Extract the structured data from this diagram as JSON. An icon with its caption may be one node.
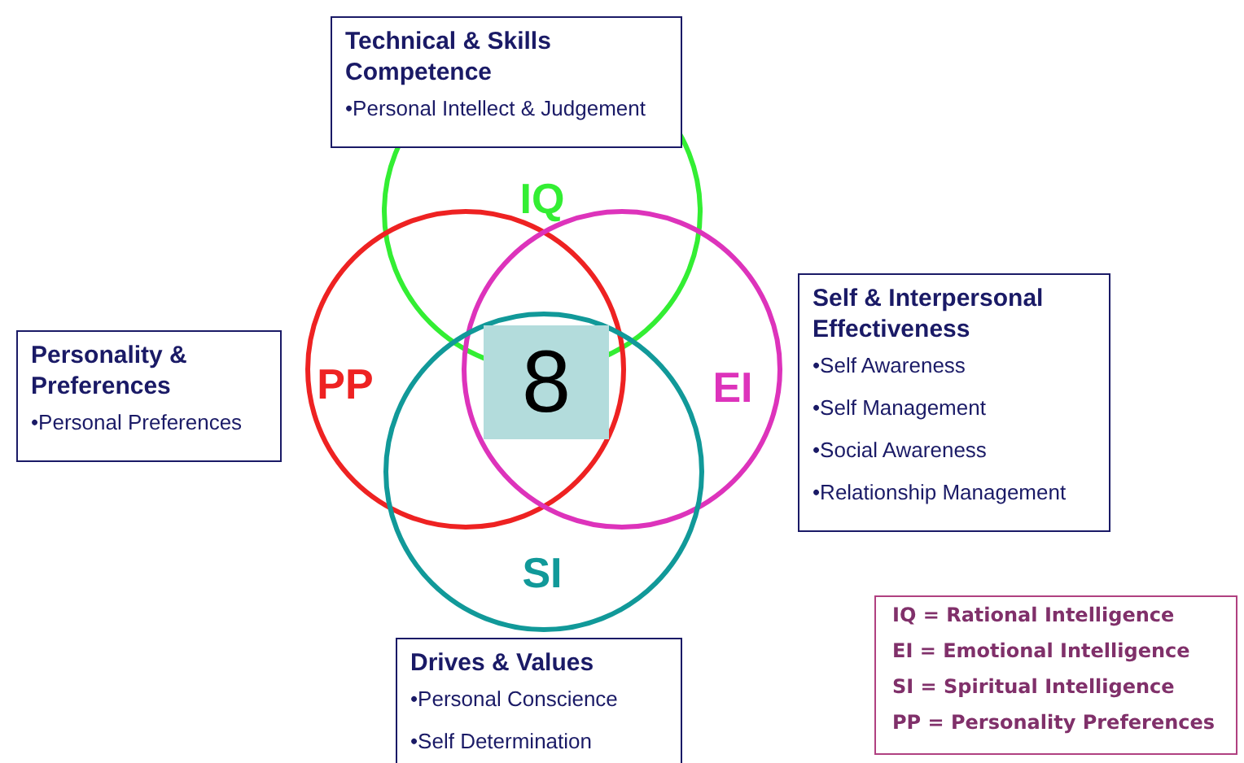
{
  "diagram": {
    "nodes": [
      {
        "text": [
          "Technical & Skills Competence",
          "•Personal Intellect &  Judgement"
        ]
      },
      {
        "text": [
          "Personality & Preferences",
          "•Personal Preferences"
        ]
      },
      {
        "text": [
          "IQ"
        ]
      },
      {
        "text": [
          "PP"
        ]
      },
      {
        "text": [
          "EI"
        ]
      },
      {
        "text": [
          "SI"
        ]
      },
      {
        "text": [
          "8"
        ]
      },
      {
        "text": [
          "Self & Interpersonal Effectiveness",
          "•Self Awareness",
          "•Self Management",
          "•Social Awareness",
          "•Relationship Management"
        ]
      },
      {
        "text": [
          "Drives & Values",
          "•Personal Conscience",
          "•Self Determination"
        ]
      },
      {
        "text": [
          "IQ = Rational Intelligence",
          "EI = Emotional Intelligence",
          "SI = Spiritual Intelligence",
          "PP = Personality Preferences"
        ]
      }
    ],
    "edges": []
  }
}
